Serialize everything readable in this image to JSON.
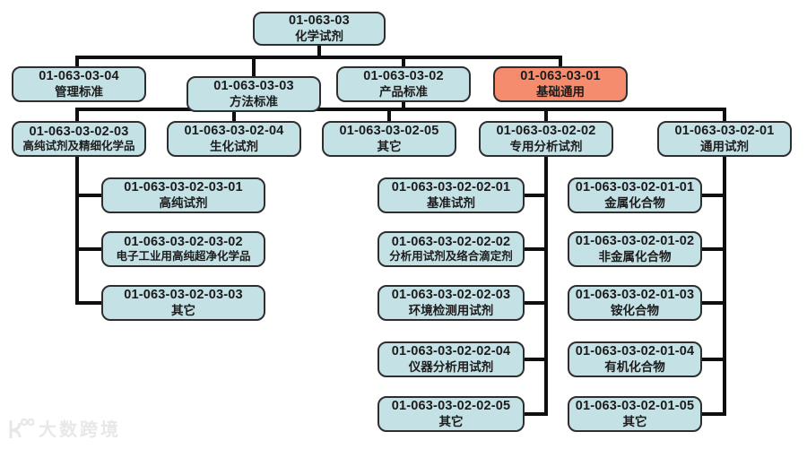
{
  "colors": {
    "node_fill": "#c4e1e5",
    "node_highlight": "#f68c6e",
    "node_border": "#2e2e2e",
    "line": "#0f0f0f",
    "text": "#1c1c1c",
    "watermark": "#e8e8e8"
  },
  "diagram": {
    "root": {
      "code": "01-063-03",
      "label": "化学试剂"
    },
    "level2": [
      {
        "code": "01-063-03-04",
        "label": "管理标准"
      },
      {
        "code": "01-063-03-03",
        "label": "方法标准"
      },
      {
        "code": "01-063-03-02",
        "label": "产品标准"
      },
      {
        "code": "01-063-03-01",
        "label": "基础通用",
        "highlighted": true
      }
    ],
    "level3": [
      {
        "code": "01-063-03-02-03",
        "label": "高纯试剂及精细化学品"
      },
      {
        "code": "01-063-03-02-04",
        "label": "生化试剂"
      },
      {
        "code": "01-063-03-02-05",
        "label": "其它"
      },
      {
        "code": "01-063-03-02-02",
        "label": "专用分析试剂"
      },
      {
        "code": "01-063-03-02-01",
        "label": "通用试剂"
      }
    ],
    "level4_left": [
      {
        "code": "01-063-03-02-03-01",
        "label": "高纯试剂"
      },
      {
        "code": "01-063-03-02-03-02",
        "label": "电子工业用高纯超净化学品"
      },
      {
        "code": "01-063-03-02-03-03",
        "label": "其它"
      }
    ],
    "level4_middle": [
      {
        "code": "01-063-03-02-02-01",
        "label": "基准试剂"
      },
      {
        "code": "01-063-03-02-02-02",
        "label": "分析用试剂及络合滴定剂"
      },
      {
        "code": "01-063-03-02-02-03",
        "label": "环境检测用试剂"
      },
      {
        "code": "01-063-03-02-02-04",
        "label": "仪器分析用试剂"
      },
      {
        "code": "01-063-03-02-02-05",
        "label": "其它"
      }
    ],
    "level4_right": [
      {
        "code": "01-063-03-02-01-01",
        "label": "金属化合物"
      },
      {
        "code": "01-063-03-02-01-02",
        "label": "非金属化合物"
      },
      {
        "code": "01-063-03-02-01-03",
        "label": "铵化合物"
      },
      {
        "code": "01-063-03-02-01-04",
        "label": "有机化合物"
      },
      {
        "code": "01-063-03-02-01-05",
        "label": "其它"
      }
    ]
  },
  "watermark": {
    "text": "大数跨境"
  }
}
